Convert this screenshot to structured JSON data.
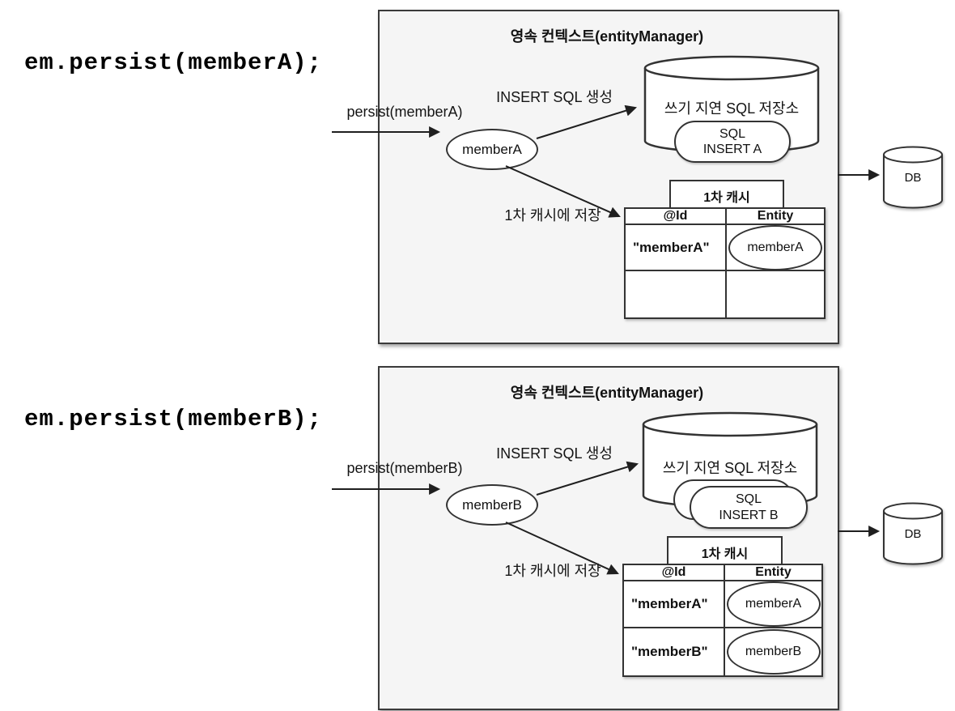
{
  "colors": {
    "box_fill": "#f5f5f5",
    "stroke": "#333333",
    "shape_fill": "#ffffff",
    "text": "#111111"
  },
  "diagrams": [
    {
      "code": "em.persist(memberA);",
      "context_title": "영속 컨텍스트(entityManager)",
      "persist_label": "persist(memberA)",
      "insert_sql_label": "INSERT SQL 생성",
      "cache_save_label": "1차 캐시에 저장",
      "entity": "memberA",
      "sql_store_title": "쓰기 지연 SQL 저장소",
      "sql_lines": [
        "SQL",
        "INSERT A"
      ],
      "cache_title": "1차 캐시",
      "table": {
        "headers": [
          "@Id",
          "Entity"
        ],
        "rows": [
          {
            "id": "\"memberA\"",
            "entity": "memberA"
          },
          {
            "id": "",
            "entity": ""
          }
        ]
      },
      "db_label": "DB"
    },
    {
      "code": "em.persist(memberB);",
      "context_title": "영속 컨텍스트(entityManager)",
      "persist_label": "persist(memberB)",
      "insert_sql_label": "INSERT SQL 생성",
      "cache_save_label": "1차 캐시에 저장",
      "entity": "memberB",
      "sql_store_title": "쓰기 지연 SQL 저장소",
      "sql_lines": [
        "SQL",
        "INSERT B"
      ],
      "cache_title": "1차 캐시",
      "table": {
        "headers": [
          "@Id",
          "Entity"
        ],
        "rows": [
          {
            "id": "\"memberA\"",
            "entity": "memberA"
          },
          {
            "id": "\"memberB\"",
            "entity": "memberB"
          }
        ]
      },
      "db_label": "DB"
    }
  ]
}
